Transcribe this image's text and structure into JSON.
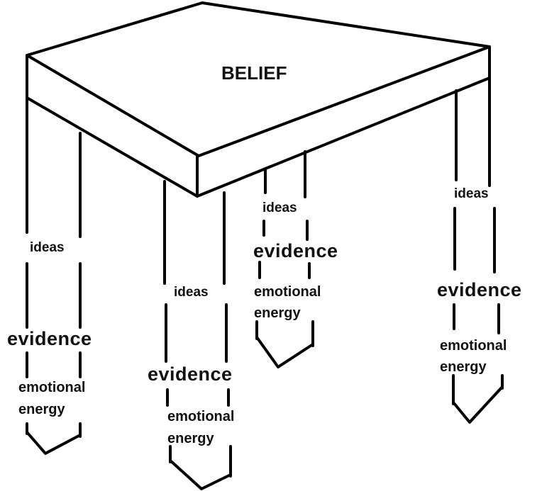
{
  "title": "BELIEF",
  "legs": [
    {
      "ideas": "ideas",
      "evidence": "evidence",
      "emotional": "emotional",
      "energy": "energy"
    },
    {
      "ideas": "ideas",
      "evidence": "evidence",
      "emotional": "emotional",
      "energy": "energy"
    },
    {
      "ideas": "ideas",
      "evidence": "evidence",
      "emotional": "emotional",
      "energy": "energy"
    },
    {
      "ideas": "ideas",
      "evidence": "evidence",
      "emotional": "emotional",
      "energy": "energy"
    }
  ],
  "colors": {
    "stroke": "#000000",
    "text": "#111111",
    "background": "#ffffff"
  }
}
